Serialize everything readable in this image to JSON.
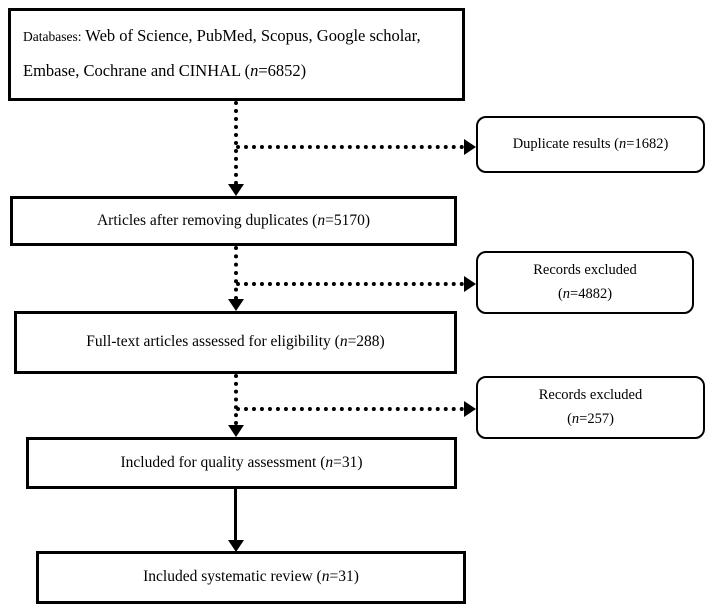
{
  "figure": {
    "background": "#ffffff",
    "line_color": "#000000"
  },
  "boxes": {
    "databases": {
      "label": "Databases:",
      "line1_rest": " Web of Science, PubMed, Scopus, Google scholar,",
      "line2_pre": "Embase, Cochrane and CINHAL (",
      "n": "n",
      "line2_post": "=6852)"
    },
    "duplicates": {
      "pre": "Duplicate results (",
      "n": "n",
      "post": "=1682)"
    },
    "after_duplicates": {
      "pre": "Articles after removing duplicates (",
      "n": "n",
      "post": "=5170)"
    },
    "excluded_records_1": {
      "line1": "Records excluded",
      "pre": "(",
      "n": "n",
      "post": "=4882)"
    },
    "fulltext": {
      "pre": "Full-text articles assessed for eligibility (",
      "n": "n",
      "post": "=288)"
    },
    "excluded_records_2": {
      "line1": "Records excluded",
      "pre": "(",
      "n": "n",
      "post": "=257)"
    },
    "quality": {
      "pre": "Included for quality assessment (",
      "n": "n",
      "post": "=31)"
    },
    "review": {
      "pre": "Included systematic review (",
      "n": "n",
      "post": "=31)"
    }
  }
}
